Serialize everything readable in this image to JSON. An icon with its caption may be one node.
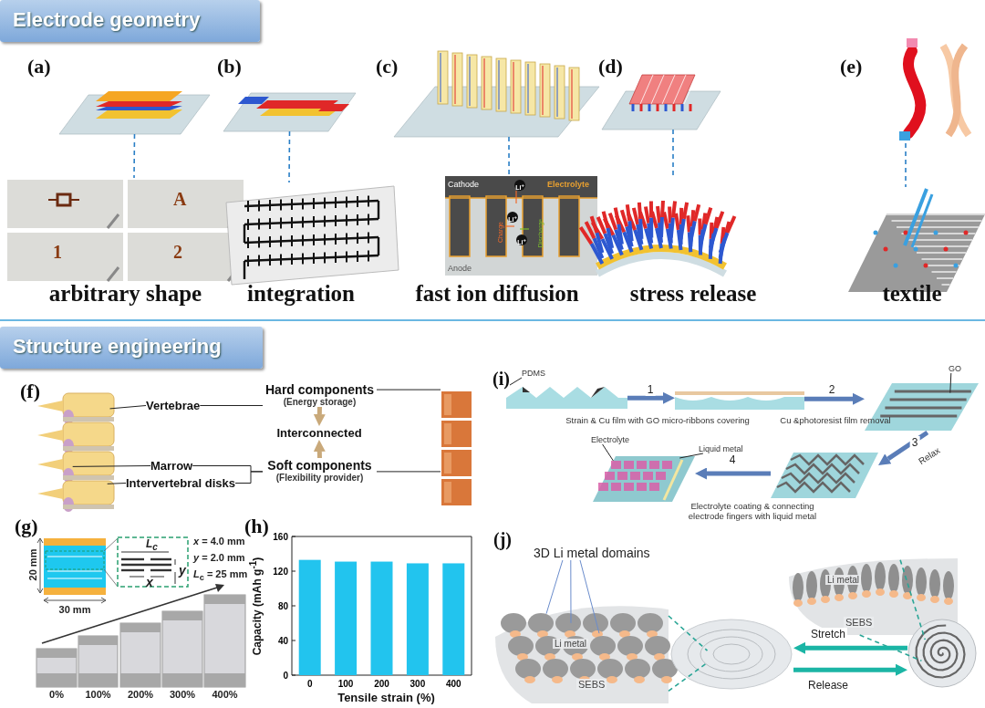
{
  "diagram": {
    "nodes": [
      {
        "text": [
          "Electrode geometry"
        ]
      },
      {
        "text": [],
        "shape": "picture"
      },
      {
        "text": [],
        "shape": "picture"
      },
      {
        "text": [],
        "shape": "picture"
      },
      {
        "text": [],
        "shape": "picture"
      },
      {
        "text": [],
        "shape": "picture"
      },
      {
        "text": [],
        "shape": "picture"
      },
      {
        "text": [],
        "shape": "picture"
      },
      {
        "text": [],
        "shape": "picture"
      },
      {
        "text": [],
        "shape": "picture"
      },
      {
        "text": [],
        "shape": "picture"
      },
      {
        "text": [
          "Structure engineering"
        ]
      },
      {
        "text": [],
        "shape": "picture"
      },
      {
        "text": [
          "Vertebrae"
        ]
      },
      {
        "text": [
          "Hard components",
          "(Energy storage)"
        ]
      },
      {
        "text": [
          "Interconnected"
        ]
      },
      {
        "text": [
          "Marrow"
        ]
      },
      {
        "text": [
          "Intervertebral disks"
        ]
      },
      {
        "text": [
          "Soft components",
          "(Flexibility provider)"
        ]
      },
      {
        "text": [],
        "shape": "picture"
      },
      {
        "text": [],
        "shape": "picture"
      },
      {
        "text": [],
        "shape": "picture"
      },
      {
        "text": [],
        "shape": "picture"
      },
      {
        "text": [],
        "shape": "picture"
      },
      {
        "text": [],
        "shape": "picture"
      },
      {
        "text": [
          "PDMS"
        ]
      },
      {
        "text": [
          "GO"
        ]
      },
      {
        "text": [
          "Electrolyte"
        ]
      },
      {
        "text": [
          "Liquid metal"
        ]
      },
      {
        "text": [],
        "shape": "picture"
      },
      {
        "text": [],
        "shape": "picture"
      },
      {
        "text": [],
        "shape": "picture"
      },
      {
        "text": [],
        "shape": "picture"
      },
      {
        "text": [
          "3D Li metal domains"
        ]
      }
    ],
    "edges": [
      {
        "from": 1,
        "to": 2,
        "arrow": "none",
        "style": "dashed",
        "color": "#2a7fc6"
      },
      {
        "from": 3,
        "to": 4,
        "arrow": "none",
        "style": "dashed",
        "color": "#2a7fc6"
      },
      {
        "from": 5,
        "to": 6,
        "arrow": "none",
        "style": "dashed",
        "color": "#2a7fc6"
      },
      {
        "from": 7,
        "to": 8,
        "arrow": "none",
        "style": "dashed",
        "color": "#2a7fc6"
      },
      {
        "from": 9,
        "to": 10,
        "arrow": "none",
        "style": "dashed",
        "color": "#2a7fc6"
      },
      {
        "from": 13,
        "to": 12,
        "arrow": "none"
      },
      {
        "from": 13,
        "to": 14,
        "arrow": "none"
      },
      {
        "from": 14,
        "to": 19,
        "arrow": "none"
      },
      {
        "from": 14,
        "to": 15,
        "arrow": "to",
        "style": "thick",
        "color": "#c9a97a"
      },
      {
        "from": 18,
        "to": 15,
        "arrow": "to",
        "style": "thick",
        "color": "#c9a97a"
      },
      {
        "from": 16,
        "to": 12,
        "arrow": "none"
      },
      {
        "from": 17,
        "to": 12,
        "arrow": "none"
      },
      {
        "from": 16,
        "to": 18,
        "arrow": "none"
      },
      {
        "from": 17,
        "to": 18,
        "arrow": "none"
      },
      {
        "from": 18,
        "to": 19,
        "arrow": "none"
      },
      {
        "from": 20,
        "to": 21,
        "arrow": "to",
        "label": "1",
        "style": "thick",
        "color": "#5a7db8"
      },
      {
        "from": 21,
        "to": 22,
        "arrow": "to",
        "label": "2",
        "style": "thick",
        "color": "#5a7db8"
      },
      {
        "from": 22,
        "to": 23,
        "arrow": "to",
        "label": "3",
        "style": "thick",
        "color": "#5a7db8"
      },
      {
        "from": 23,
        "to": 24,
        "arrow": "to",
        "label": "4",
        "style": "thick",
        "color": "#5a7db8"
      },
      {
        "from": 25,
        "to": 20,
        "arrow": "none"
      },
      {
        "from": 26,
        "to": 22,
        "arrow": "none"
      },
      {
        "from": 27,
        "to": 24,
        "arrow": "none"
      },
      {
        "from": 28,
        "to": 24,
        "arrow": "none"
      },
      {
        "from": 33,
        "to": 29,
        "arrow": "none",
        "color": "#6a8ccc"
      },
      {
        "from": 33,
        "to": 29,
        "arrow": "none",
        "color": "#6a8ccc"
      },
      {
        "from": 33,
        "to": 29,
        "arrow": "none",
        "color": "#6a8ccc"
      },
      {
        "from": 29,
        "to": 30,
        "arrow": "none",
        "style": "dashed",
        "color": "#2aa596"
      },
      {
        "from": 31,
        "to": 32,
        "arrow": "none",
        "style": "dashed",
        "color": "#2aa596"
      },
      {
        "from": 32,
        "to": 30,
        "arrow": "to",
        "label": "Stretch",
        "style": "thick",
        "color": "#1bb5a5"
      },
      {
        "from": 30,
        "to": 32,
        "arrow": "to",
        "label": "Release",
        "style": "thick",
        "color": "#1bb5a5"
      }
    ],
    "labels": [
      "(a)",
      "(b)",
      "(c)",
      "(d)",
      "(e)",
      "A",
      "1",
      "2",
      "Cathode",
      "Li$^{+}$",
      "Electrolyte",
      "Li$^{+}$",
      "Charge",
      "Discharge",
      "Li$^{+}$",
      "Anode",
      "arbitrary shape",
      "integration",
      "fast ion diffusion",
      "stress release",
      "textile",
      "(f)",
      "(i)",
      "Strain & Cu film with GO micro-ribbons covering",
      "Cu &photoresist film removal",
      "Relax",
      "Electrolyte coating & connecting electrode fingers with liquid metal",
      "(g)",
      "20 mm",
      "30 mm",
      "L$_{c}$",
      "y",
      "x",
      "*x* = 4.0 mm",
      "*y* = 2.0 mm",
      "*L*$_{c}$ = 25 mm",
      "0%",
      "100%",
      "200%",
      "300%",
      "400%",
      "(h)",
      "(j)",
      "Li metal",
      "SEBS",
      "Li metal",
      "SEBS"
    ],
    "chart_data": {
      "type": "bar",
      "xlabel": "Tensile strain (%)",
      "ylabel": "Capacity (mAh g$^{-1}$)",
      "categories": [
        "0",
        "100",
        "200",
        "300",
        "400"
      ],
      "series": [
        {
          "color": "#22c4ee",
          "values": [
            133,
            131,
            131,
            129,
            129
          ]
        }
      ],
      "ylim": [
        0,
        160
      ],
      "yticks": [
        0,
        40,
        80,
        120,
        160
      ]
    }
  }
}
